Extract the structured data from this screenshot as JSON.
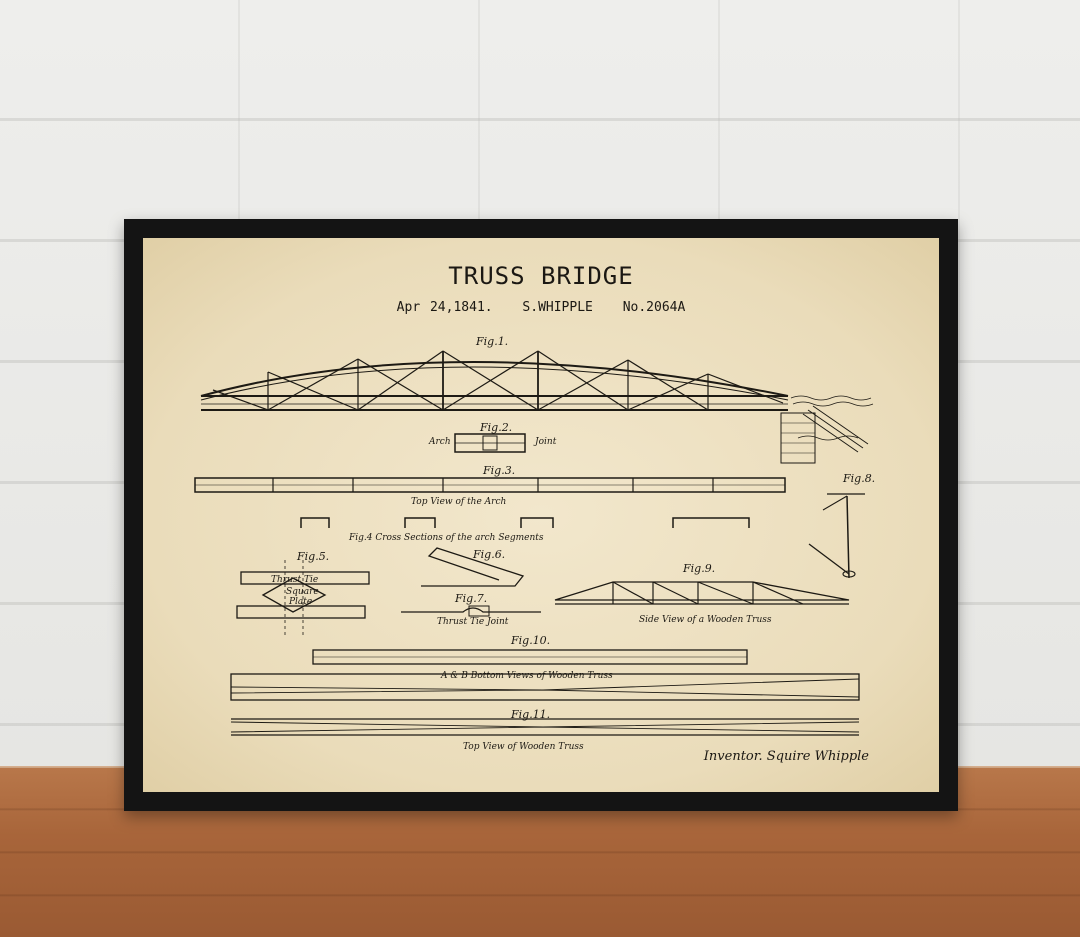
{
  "poster": {
    "title": "TRUSS BRIDGE",
    "date": "Apr 24,1841.",
    "patentee": "S.WHIPPLE",
    "number": "No.2064A",
    "inventor_line": "Inventor. Squire Whipple"
  },
  "figures": {
    "fig1": "Fig.1.",
    "fig2": "Fig.2.",
    "fig2_arch": "Arch",
    "fig2_joint": "Joint",
    "fig3": "Fig.3.",
    "fig3_caption": "Top View of the Arch",
    "fig4_caption": "Fig.4 Cross Sections of the arch Segments",
    "fig5": "Fig.5.",
    "fig5_thrust": "Thrust Tie",
    "fig5_plate_1": "Square",
    "fig5_plate_2": "Plate",
    "fig6": "Fig.6.",
    "fig7": "Fig.7.",
    "fig7_caption": "Thrust Tie Joint",
    "fig8": "Fig.8.",
    "fig9": "Fig.9.",
    "fig9_caption": "Side View of a Wooden Truss",
    "fig10": "Fig.10.",
    "fig10_caption": "A & B Bottom Views of Wooden Truss",
    "fig11": "Fig.11.",
    "fig11_caption": "Top View of Wooden Truss"
  },
  "colors": {
    "frame": "#141414",
    "paper": "#eadcba",
    "ink": "#1b1813",
    "wall": "#ececea",
    "floor": "#a8653a"
  }
}
